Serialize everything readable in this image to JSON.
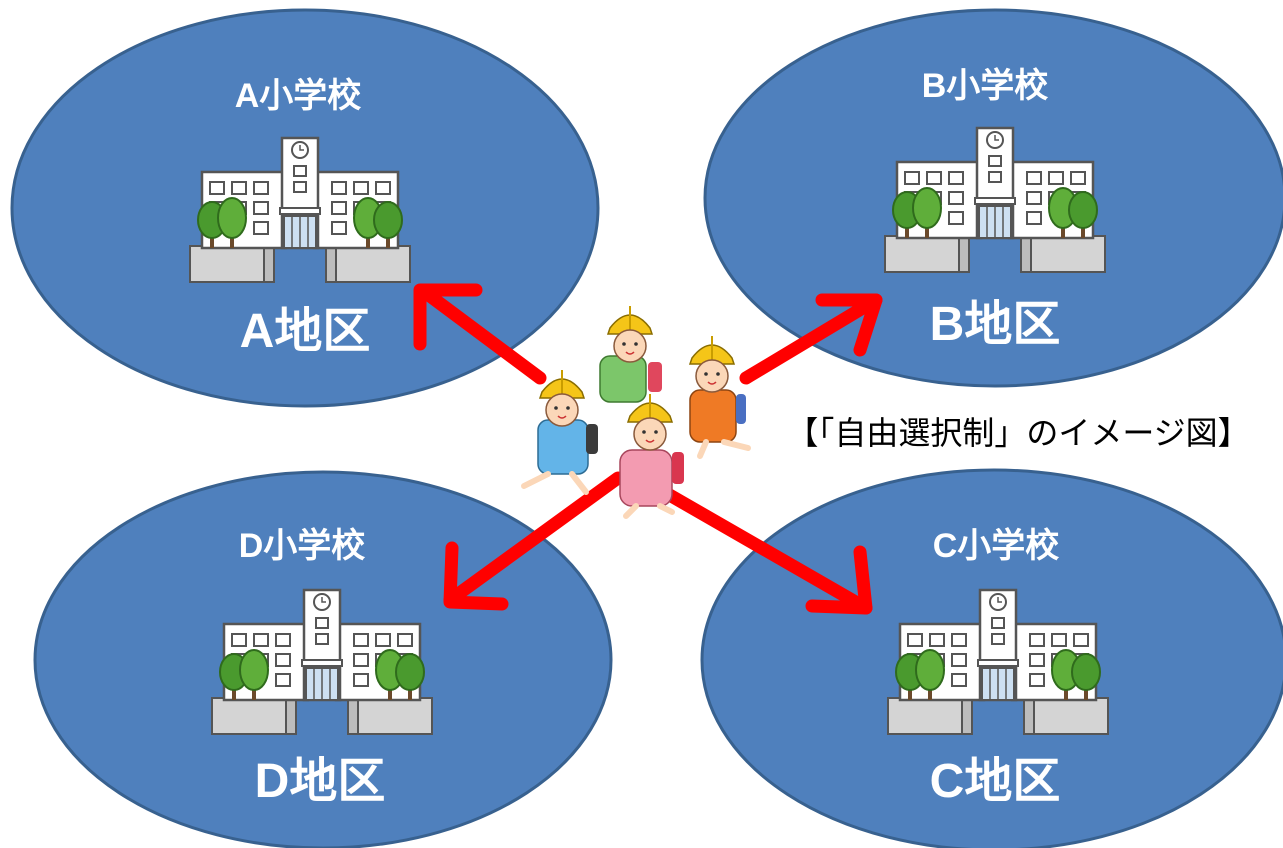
{
  "caption": "【「自由選択制」のイメージ図】",
  "districts": [
    {
      "school": "A小学校",
      "area": "A地区"
    },
    {
      "school": "B小学校",
      "area": "B地区"
    },
    {
      "school": "C小学校",
      "area": "C地区"
    },
    {
      "school": "D小学校",
      "area": "D地区"
    }
  ],
  "colors": {
    "ellipse_fill": "#4f80bd",
    "ellipse_stroke": "#38618f",
    "arrow": "#ff0000",
    "helmet": "#f5c518"
  },
  "icons": [
    "school-building-icon",
    "children-walking-icon",
    "arrow-icon"
  ]
}
